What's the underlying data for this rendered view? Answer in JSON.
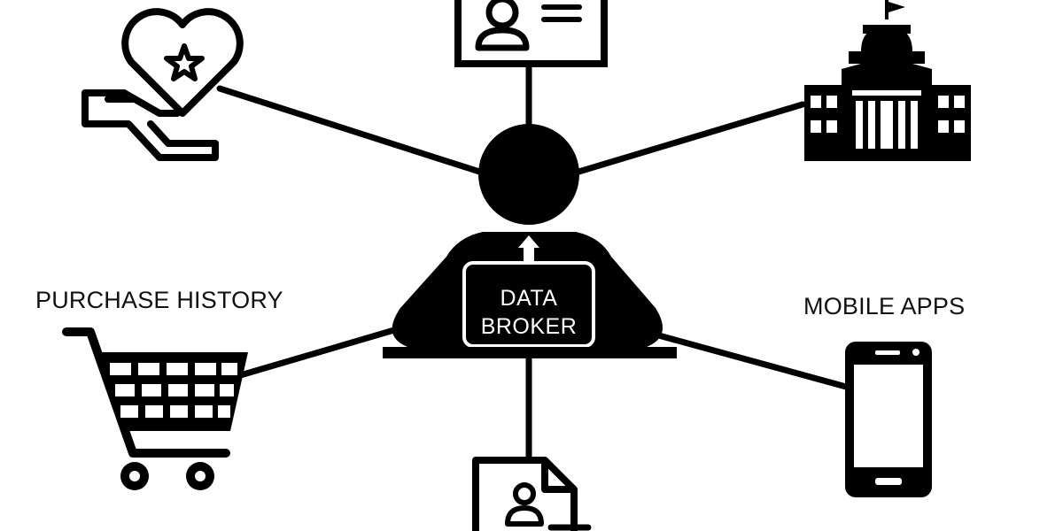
{
  "diagram": {
    "center_label_line1": "DATA",
    "center_label_line2": "BROKER",
    "left_label": "PURCHASE HISTORY",
    "right_label": "MOBILE APPS"
  },
  "nodes": [
    {
      "icon": "charity-heart-hand-icon"
    },
    {
      "icon": "id-card-icon"
    },
    {
      "icon": "government-building-icon"
    },
    {
      "icon": "shopping-cart-icon"
    },
    {
      "icon": "mobile-phone-icon"
    },
    {
      "icon": "personal-document-icon"
    }
  ],
  "colors": {
    "ink": "#000000",
    "background": "#ffffff",
    "screen_text": "#ffffff"
  }
}
